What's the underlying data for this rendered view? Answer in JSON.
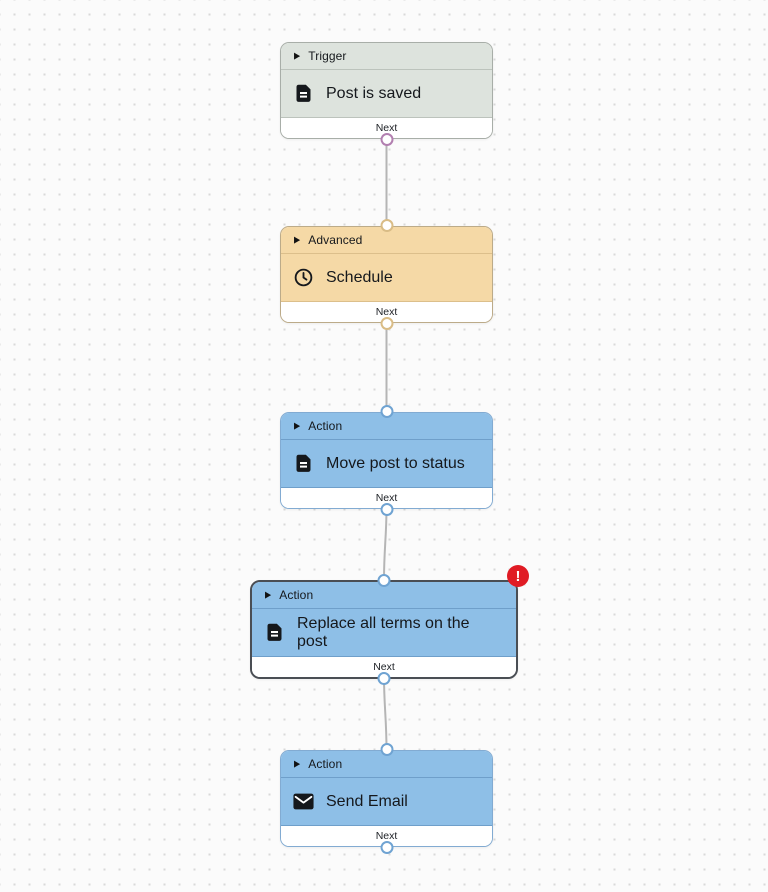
{
  "canvas": {
    "edge_color": "#b5b5b5",
    "dot_color": "#d9d9d9",
    "background": "#fbfbfb"
  },
  "themes": {
    "trigger": {
      "fill": "#dde3dd",
      "border": "#a8aea8",
      "divider": "#bcc3bc",
      "port": "#b27fb0"
    },
    "advanced": {
      "fill": "#f5d9a6",
      "border": "#bcab89",
      "divider": "#dcبf8b",
      "port": "#d9bc86"
    },
    "action": {
      "fill": "#8ebfe7",
      "border": "#82abd2",
      "divider": "#6f9fca",
      "port": "#6fa3d2"
    }
  },
  "themes_fix": {
    "advanced_divider": "#dcbf8b"
  },
  "nodes": [
    {
      "category": "Trigger",
      "title": "Post is saved",
      "icon": "document-icon",
      "footer_label": "Next",
      "theme": "trigger",
      "has_input": false,
      "has_output": true,
      "selected": false,
      "has_error": false
    },
    {
      "category": "Advanced",
      "title": "Schedule",
      "icon": "clock-icon",
      "footer_label": "Next",
      "theme": "advanced",
      "has_input": true,
      "has_output": true,
      "selected": false,
      "has_error": false
    },
    {
      "category": "Action",
      "title": "Move post to status",
      "icon": "document-icon",
      "footer_label": "Next",
      "theme": "action",
      "has_input": true,
      "has_output": true,
      "selected": false,
      "has_error": false
    },
    {
      "category": "Action",
      "title": "Replace all terms on the post",
      "icon": "document-icon",
      "footer_label": "Next",
      "theme": "action",
      "has_input": true,
      "has_output": true,
      "selected": true,
      "has_error": true
    },
    {
      "category": "Action",
      "title": "Send Email",
      "icon": "envelope-icon",
      "footer_label": "Next",
      "theme": "action",
      "has_input": true,
      "has_output": true,
      "selected": false,
      "has_error": false
    }
  ],
  "error_badge": {
    "symbol": "!",
    "color": "#e01b24"
  },
  "caret_symbol": "▶"
}
